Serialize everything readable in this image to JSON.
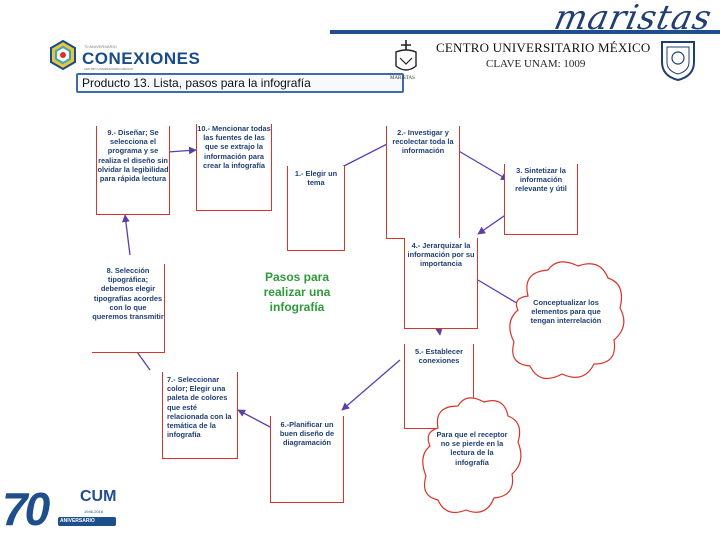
{
  "header": {
    "brand": "maristas",
    "logo_small": "70 ANIVERSARIO",
    "logo_name": "CONEXIONES",
    "logo_tagline": "CENTRO UNIVERSITARIO MÉXICO",
    "institution": "CENTRO UNIVERSITARIO MÉXICO",
    "clave": "CLAVE UNAM: 1009",
    "crest_caption": "MARISTAS",
    "page_title": "Producto 13. Lista, pasos para la infografía"
  },
  "diagram": {
    "center": "Pasos para realizar una infografía",
    "steps": {
      "s1": "1.- Elegir un tema",
      "s2": "2.- Investigar y recolectar toda la información",
      "s3": "3. Sintetizar la información relevante y útil",
      "s4": "4.- Jerarquizar la información por su importancia",
      "s5": "5.- Establecer conexiones",
      "s6": "6.-Planificar un buen diseño de diagramación",
      "s7": "7.- Seleccionar color; Elegir una paleta de colores que esté relacionada con la temática de la infografía",
      "s8": "8. Selección tipográfica; debemos elegir tipografías acordes con lo que queremos transmitir",
      "s9": "9.- Diseñar; Se selecciona el programa y se realiza el diseño sin olvidar la legibilidad para rápida lectura",
      "s10": "10.- Mencionar todas las fuentes de las que se extrajo la información para crear la infografía"
    },
    "clouds": {
      "c1": "Conceptualizar los elementos para que tengan interrelación",
      "c2": "Para que el receptor no se pierde en la lectura de la infografía"
    }
  },
  "footer": {
    "number": "70",
    "mark": "CUM",
    "years": "1946-2016",
    "badge": "ANIVERSARIO"
  },
  "colors": {
    "brand_blue": "#1f4e8c",
    "box_border": "#d9342b",
    "text_blue": "#1f3f73",
    "center_green": "#2e9a3a",
    "arrow": "#5b3fa8"
  }
}
